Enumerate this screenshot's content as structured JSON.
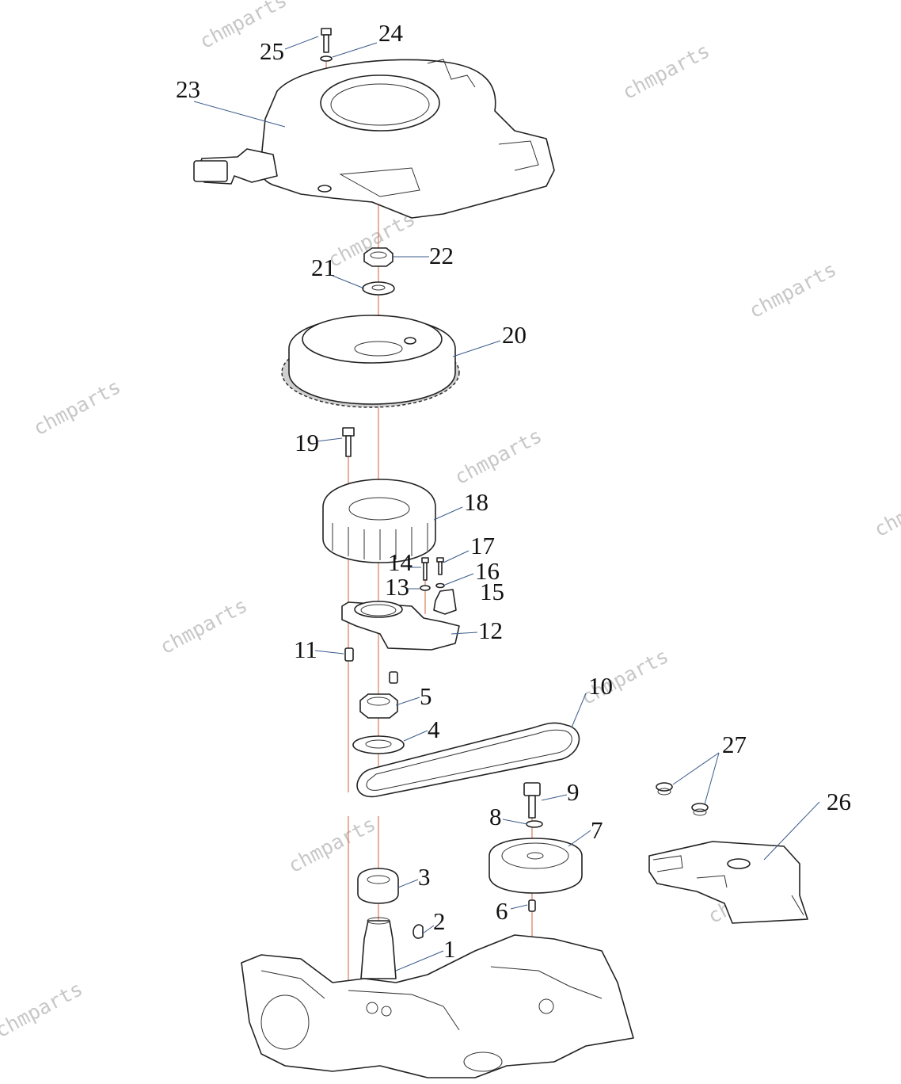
{
  "diagram": {
    "callouts": [
      {
        "id": "1",
        "label": "1"
      },
      {
        "id": "2",
        "label": "2"
      },
      {
        "id": "3",
        "label": "3"
      },
      {
        "id": "4",
        "label": "4"
      },
      {
        "id": "5",
        "label": "5"
      },
      {
        "id": "6",
        "label": "6"
      },
      {
        "id": "7",
        "label": "7"
      },
      {
        "id": "8",
        "label": "8"
      },
      {
        "id": "9",
        "label": "9"
      },
      {
        "id": "10",
        "label": "10"
      },
      {
        "id": "11",
        "label": "11"
      },
      {
        "id": "12",
        "label": "12"
      },
      {
        "id": "13",
        "label": "13"
      },
      {
        "id": "14",
        "label": "14"
      },
      {
        "id": "15",
        "label": "15"
      },
      {
        "id": "16",
        "label": "16"
      },
      {
        "id": "17",
        "label": "17"
      },
      {
        "id": "18",
        "label": "18"
      },
      {
        "id": "19",
        "label": "19"
      },
      {
        "id": "20",
        "label": "20"
      },
      {
        "id": "21",
        "label": "21"
      },
      {
        "id": "22",
        "label": "22"
      },
      {
        "id": "23",
        "label": "23"
      },
      {
        "id": "24",
        "label": "24"
      },
      {
        "id": "25",
        "label": "25"
      },
      {
        "id": "26",
        "label": "26"
      },
      {
        "id": "27",
        "label": "27"
      }
    ],
    "watermark_text": "chmparts"
  }
}
